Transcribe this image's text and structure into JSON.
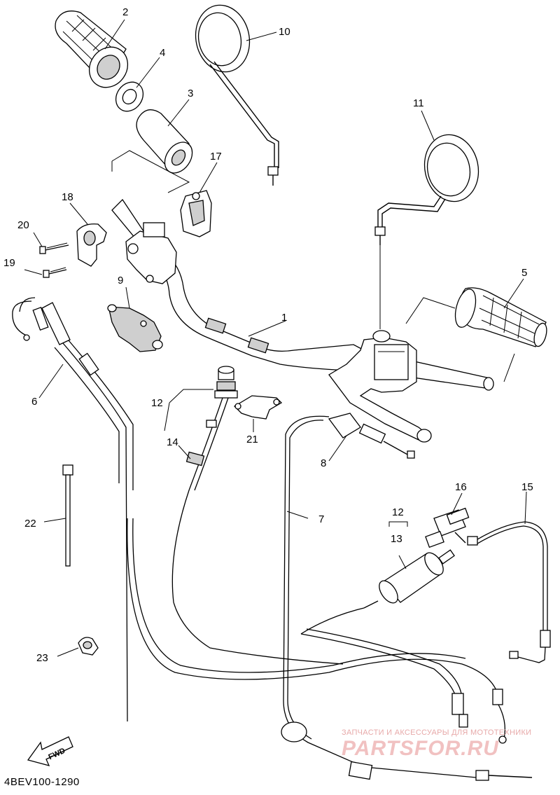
{
  "diagram": {
    "part_numbers": [
      "1",
      "2",
      "3",
      "4",
      "5",
      "6",
      "7",
      "8",
      "9",
      "10",
      "11",
      "12",
      "13",
      "14",
      "15",
      "16",
      "17",
      "18",
      "19",
      "20",
      "21",
      "22",
      "23"
    ],
    "label_12_second": "12",
    "fwd_label": "FWD",
    "diagram_code": "4BEV100-1290",
    "watermark": {
      "caption": "ЗАПЧАСТИ И АКСЕССУАРЫ ДЛЯ МОТОТЕХНИКИ",
      "logo": "PARTSFOR.RU"
    }
  }
}
